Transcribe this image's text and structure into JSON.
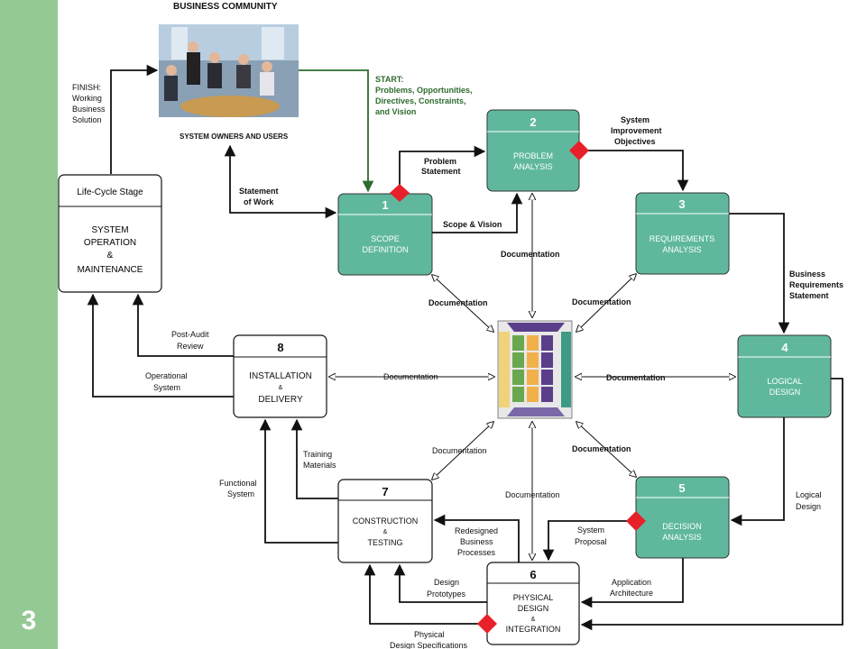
{
  "slide_number": "3",
  "header": {
    "community": "BUSINESS COMMUNITY",
    "owners_users": "SYSTEM OWNERS AND USERS"
  },
  "start": [
    "START:",
    "Problems, Opportunities,",
    "Directives, Constraints,",
    "and Vision"
  ],
  "finish": [
    "FINISH:",
    "Working",
    "Business",
    "Solution"
  ],
  "lifecycle": {
    "title": "Life-Cycle Stage",
    "lines": [
      "SYSTEM",
      "OPERATION",
      "&",
      "MAINTENANCE"
    ]
  },
  "phases": [
    {
      "num": "1",
      "lines": [
        "SCOPE",
        "DEFINITION"
      ]
    },
    {
      "num": "2",
      "lines": [
        "PROBLEM",
        "ANALYSIS"
      ]
    },
    {
      "num": "3",
      "lines": [
        "REQUIREMENTS",
        "ANALYSIS"
      ]
    },
    {
      "num": "4",
      "lines": [
        "LOGICAL",
        "DESIGN"
      ]
    },
    {
      "num": "5",
      "lines": [
        "DECISION",
        "ANALYSIS"
      ]
    },
    {
      "num": "6",
      "lines": [
        "PHYSICAL",
        "DESIGN",
        "&",
        "INTEGRATION"
      ]
    },
    {
      "num": "7",
      "lines": [
        "CONSTRUCTION",
        "&",
        "TESTING"
      ]
    },
    {
      "num": "8",
      "lines": [
        "INSTALLATION",
        "&",
        "DELIVERY"
      ]
    }
  ],
  "flows": {
    "problem_statement": [
      "Problem",
      "Statement"
    ],
    "statement_of_work": [
      "Statement",
      "of Work"
    ],
    "scope_vision": "Scope & Vision",
    "system_improvement": [
      "System",
      "Improvement",
      "Objectives"
    ],
    "business_requirements": [
      "Business",
      "Requirements",
      "Statement"
    ],
    "logical_design": [
      "Logical",
      "Design"
    ],
    "system_proposal": [
      "System",
      "Proposal"
    ],
    "application_architecture": [
      "Application",
      "Architecture"
    ],
    "redesigned_processes": [
      "Redesigned",
      "Business",
      "Processes"
    ],
    "design_prototypes": [
      "Design",
      "Prototypes"
    ],
    "physical_specs": [
      "Physical",
      "Design Specifications"
    ],
    "training_materials": [
      "Training",
      "Materials"
    ],
    "functional_system": [
      "Functional",
      "System"
    ],
    "post_audit": [
      "Post-Audit",
      "Review"
    ],
    "operational_system": [
      "Operational",
      "System"
    ],
    "documentation": "Documentation"
  },
  "colors": {
    "teal": "#5fb89e",
    "sidebar": "#94c994",
    "diamond": "#e8202a",
    "start_green": "#2e6b2e"
  }
}
